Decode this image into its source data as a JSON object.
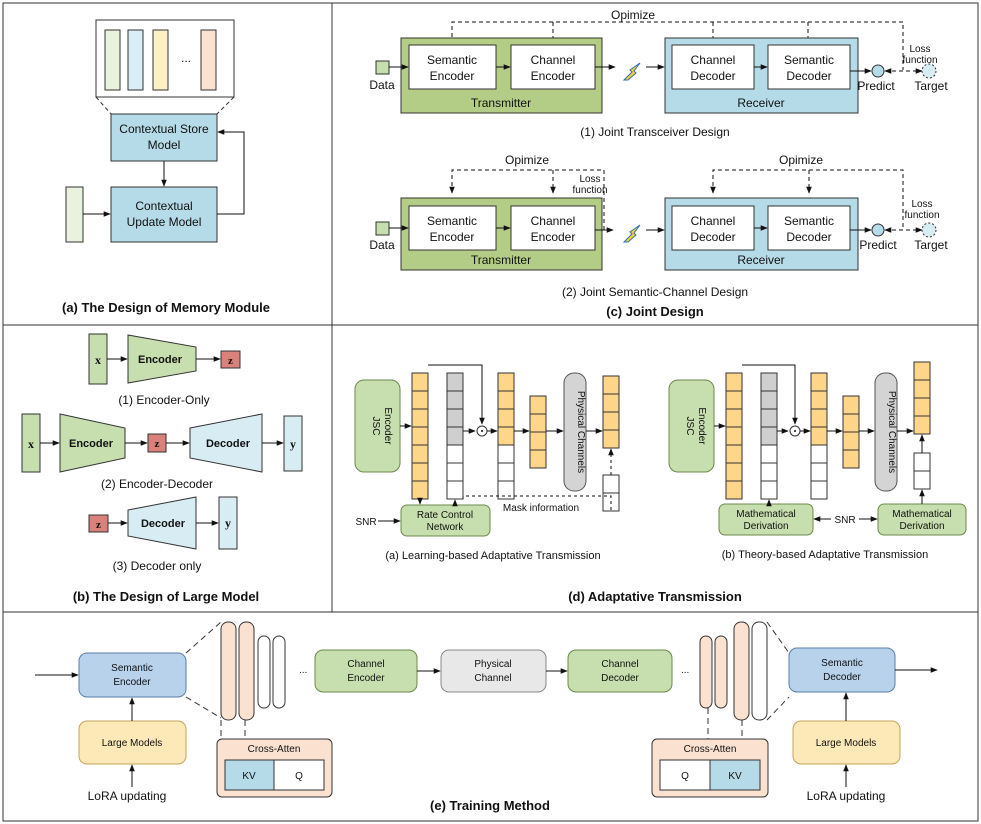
{
  "panel_a": {
    "store": [
      "Contextual Store",
      "Model"
    ],
    "update": [
      "Contextual",
      "Update Model"
    ],
    "ellipsis": "...",
    "caption": "(a) The Design of Memory Module"
  },
  "panel_b": {
    "x": "x",
    "z": "z",
    "y": "y",
    "encoder": "Encoder",
    "decoder": "Decoder",
    "label1": "(1) Encoder-Only",
    "label2": "(2) Encoder-Decoder",
    "label3": "(3) Decoder only",
    "caption": "(b) The Design of Large Model"
  },
  "panel_c": {
    "optimize": "Opimize",
    "semantic_encoder": [
      "Semantic",
      "Encoder"
    ],
    "channel_encoder": [
      "Channel",
      "Encoder"
    ],
    "channel_decoder": [
      "Channel",
      "Decoder"
    ],
    "semantic_decoder": [
      "Semantic",
      "Decoder"
    ],
    "transmitter": "Transmitter",
    "receiver": "Receiver",
    "data": "Data",
    "predict": "Predict",
    "target": "Target",
    "loss": [
      "Loss",
      "function"
    ],
    "label1": "(1) Joint Transceiver Design",
    "label2": "(2) Joint Semantic-Channel Design",
    "caption": "(c) Joint Design"
  },
  "panel_d": {
    "jsc": [
      "JSC",
      "Encoder"
    ],
    "physical": "Physical Channels",
    "rate_control": [
      "Rate Control",
      "Network"
    ],
    "mask": "Mask information",
    "snr": "SNR",
    "math": [
      "Mathematical",
      "Derivation"
    ],
    "label_a": "(a) Learning-based Adaptative Transmission",
    "label_b": "(b) Theory-based Adaptative Transmission",
    "caption": "(d) Adaptative Transmission"
  },
  "panel_e": {
    "semantic_encoder": [
      "Semantic",
      "Encoder"
    ],
    "semantic_decoder": [
      "Semantic",
      "Decoder"
    ],
    "channel_encoder": [
      "Channel",
      "Encoder"
    ],
    "physical_channel": [
      "Physical",
      "Channel"
    ],
    "channel_decoder": [
      "Channel",
      "Decoder"
    ],
    "large_models": "Large Models",
    "lora": "LoRA updating",
    "cross_atten": "Cross-Atten",
    "kv": "KV",
    "q": "Q",
    "ellipsis": "...",
    "caption": "(e) Training Method"
  }
}
